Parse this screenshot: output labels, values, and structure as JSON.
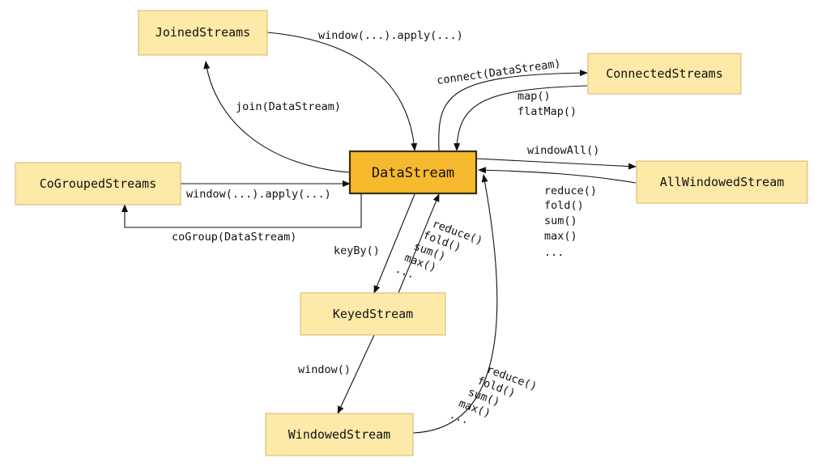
{
  "colors": {
    "node_fill": "#fde9a8",
    "node_main_fill": "#f7b92e",
    "edge": "#111111"
  },
  "nodes": {
    "joined": "JoinedStreams",
    "connected": "ConnectedStreams",
    "datastream": "DataStream",
    "cogrouped": "CoGroupedStreams",
    "allwindowed": "AllWindowedStream",
    "keyed": "KeyedStream",
    "windowed": "WindowedStream"
  },
  "edges": {
    "join": "join(DataStream)",
    "joined_apply": "window(...).apply(...)",
    "connect": "connect(DataStream)",
    "map": "map()",
    "flatmap": "flatMap()",
    "windowall": "windowAll()",
    "cogroup_apply": "window(...).apply(...)",
    "cogroup": "coGroup(DataStream)",
    "keyby": "keyBy()",
    "window": "window()"
  },
  "aggregations": {
    "allwindowed": [
      "reduce()",
      "fold()",
      "sum()",
      "max()",
      "..."
    ],
    "keyed": [
      "reduce()",
      "fold()",
      "sum()",
      "max()",
      "..."
    ],
    "windowed": [
      "reduce()",
      "fold()",
      "sum()",
      "max()",
      "..."
    ]
  }
}
